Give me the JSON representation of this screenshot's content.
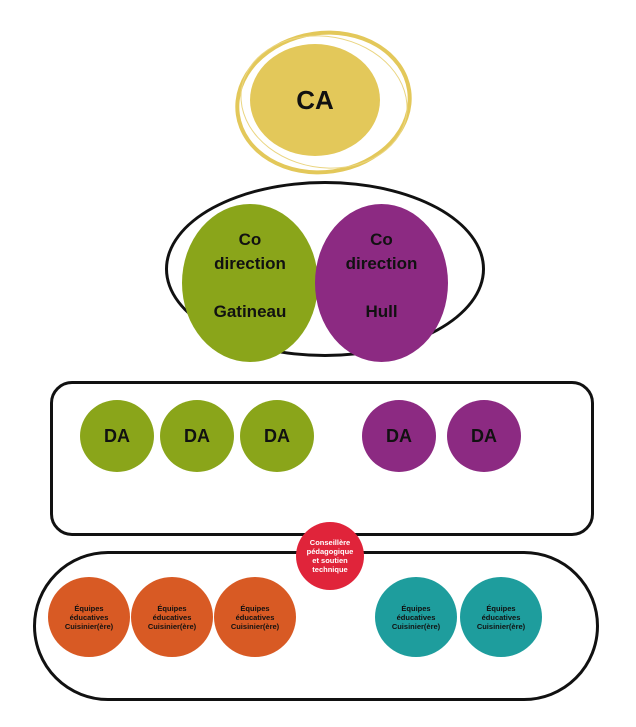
{
  "ca": {
    "label": "CA"
  },
  "co_direction": [
    {
      "line1": "Co",
      "line2": "direction",
      "site": "Gatineau"
    },
    {
      "line1": "Co",
      "line2": "direction",
      "site": "Hull"
    }
  ],
  "da_units": {
    "green": [
      "DA",
      "DA",
      "DA"
    ],
    "purple": [
      "DA",
      "DA"
    ]
  },
  "conseillere": {
    "lines": [
      "Conseillère",
      "pédagogique",
      "et soutien",
      "technique"
    ]
  },
  "teams": {
    "orange": [
      {
        "l1": "Équipes",
        "l2": "éducatives",
        "l3": "Cuisinier(ère)"
      },
      {
        "l1": "Équipes",
        "l2": "éducatives",
        "l3": "Cuisinier(ère)"
      },
      {
        "l1": "Équipes",
        "l2": "éducatives",
        "l3": "Cuisinier(ère)"
      }
    ],
    "teal": [
      {
        "l1": "Équipes",
        "l2": "éducatives",
        "l3": "Cuisinier(ère)"
      },
      {
        "l1": "Équipes",
        "l2": "éducatives",
        "l3": "Cuisinier(ère)"
      }
    ]
  },
  "colors": {
    "ca_yellow": "#e3c85a",
    "gatineau_green": "#8aa51a",
    "hull_purple": "#8c2a82",
    "conseillere_red": "#e0243a",
    "team_orange": "#d85a24",
    "team_teal": "#1e9d9d"
  }
}
